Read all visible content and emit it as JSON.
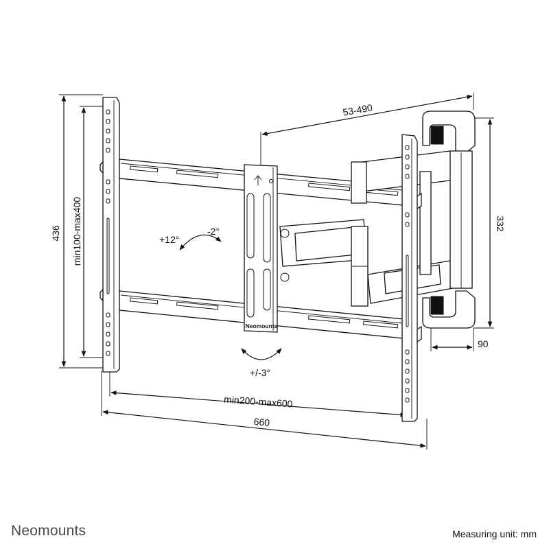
{
  "brand": {
    "name": "Neomounts",
    "product_label": "Neomounts"
  },
  "footer": {
    "measuring_unit": "Measuring unit: mm"
  },
  "dimensions": {
    "height_overall": "436",
    "vesa_vertical": "min100-max400",
    "extension": "53-490",
    "wall_plate_height": "332",
    "wall_depth": "90",
    "vesa_horizontal": "min200-max600",
    "width_overall": "660"
  },
  "adjustments": {
    "tilt_up": "+12°",
    "tilt_down": "-2°",
    "rotation": "+/-3°"
  }
}
